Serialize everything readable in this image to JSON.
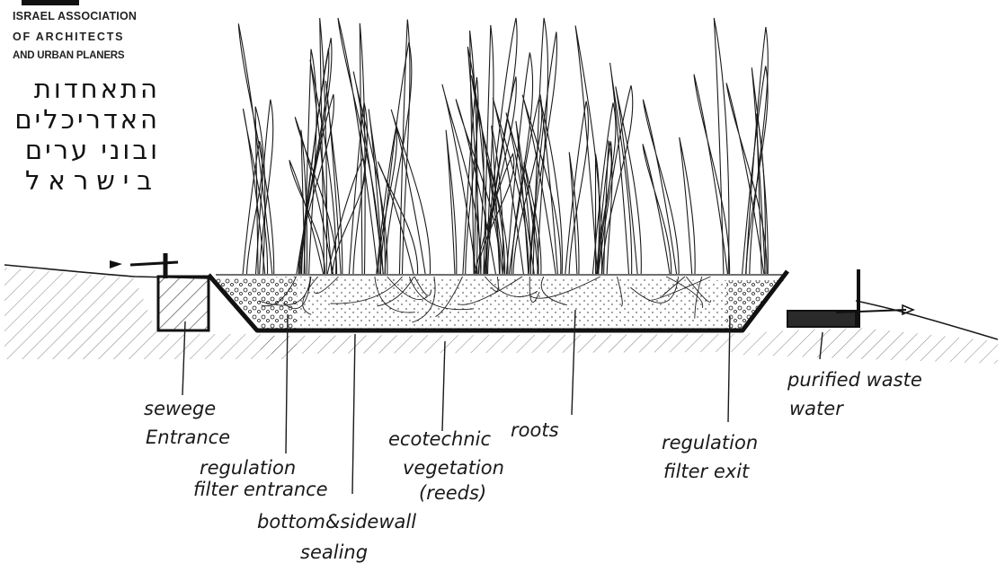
{
  "logo": {
    "english": [
      "ISRAEL ASSOCIATION",
      "OF ARCHITECTS",
      "AND URBAN PLANERS"
    ],
    "hebrew": [
      "התאחדות",
      "האדריכלים",
      "ובוני ערים",
      "בישראל"
    ]
  },
  "labels": {
    "sewage_entrance": [
      "sewege",
      "Entrance"
    ],
    "regulation_filter_entrance": [
      "regulation",
      "filter entrance"
    ],
    "bottom_sidewall_sealing": [
      "bottom&sidewall",
      "sealing"
    ],
    "ecotechnic_vegetation": [
      "ecotechnic",
      "vegetation",
      "(reeds)"
    ],
    "roots": "roots",
    "regulation_filter_exit": [
      "regulation",
      "filter exit"
    ],
    "purified_waste_water": [
      "purified waste",
      "water"
    ]
  },
  "colors": {
    "ink": "#1a1a1a",
    "paper": "#ffffff"
  }
}
